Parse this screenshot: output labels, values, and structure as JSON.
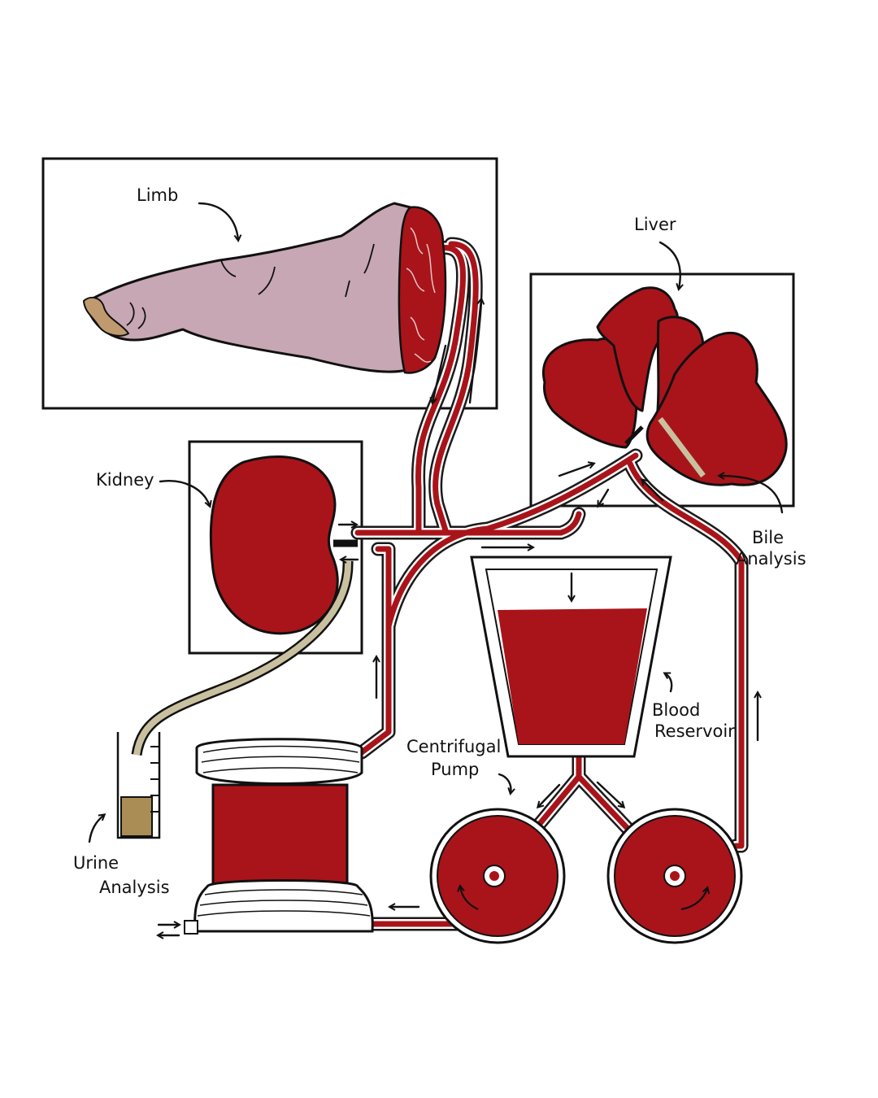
{
  "labels": {
    "limb": "Limb",
    "liver": "Liver",
    "kidney": "Kidney",
    "bile_line1": "Bile",
    "bile_line2": "Analysis",
    "blood_line1": "Blood",
    "blood_line2": "Reservoir",
    "pump_line1": "Centrifugal",
    "pump_line2": "Pump",
    "urine_line1": "Urine",
    "urine_line2": "Analysis"
  },
  "colors": {
    "blood": "#a8141a",
    "tube_outline": "#1a1a1a",
    "limb_skin": "#c7a7b3",
    "limb_nail": "#c09a6e",
    "urine": "#a98d55",
    "drain_tube": "#c9c0a0",
    "line": "#111111"
  }
}
